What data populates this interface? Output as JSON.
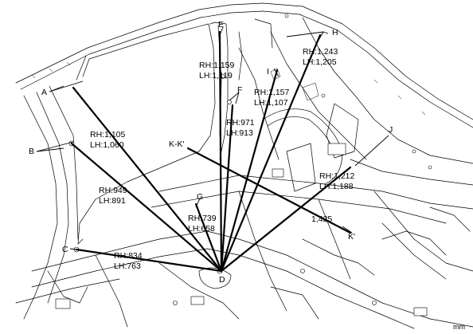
{
  "points": {
    "A": "A",
    "B": "B",
    "C": "C",
    "D": "D",
    "E": "E",
    "F": "F",
    "G": "G",
    "H": "H",
    "I": "I",
    "J": "J",
    "K": "K-K'",
    "Kp": "K'"
  },
  "dimensions": {
    "a_rh": "RH:1,105",
    "a_lh": "LH:1,060",
    "b_rh": "RH:949",
    "b_lh": "LH:891",
    "c_rh": "RH:834",
    "c_lh": "LH:763",
    "e_rh": "RH:1,159",
    "e_lh": "LH:1,119",
    "f_rh": "RH:971",
    "f_lh": "LH:913",
    "g_rh": "RH:739",
    "g_lh": "LH:658",
    "h_rh": "RH:1,243",
    "h_lh": "LH:1,205",
    "i_rh": "RH:1,157",
    "i_lh": "LH:1,107",
    "j_rh": "RH:1,212",
    "j_lh": "LH:1,188",
    "k": "1,425"
  },
  "unit": "mm"
}
